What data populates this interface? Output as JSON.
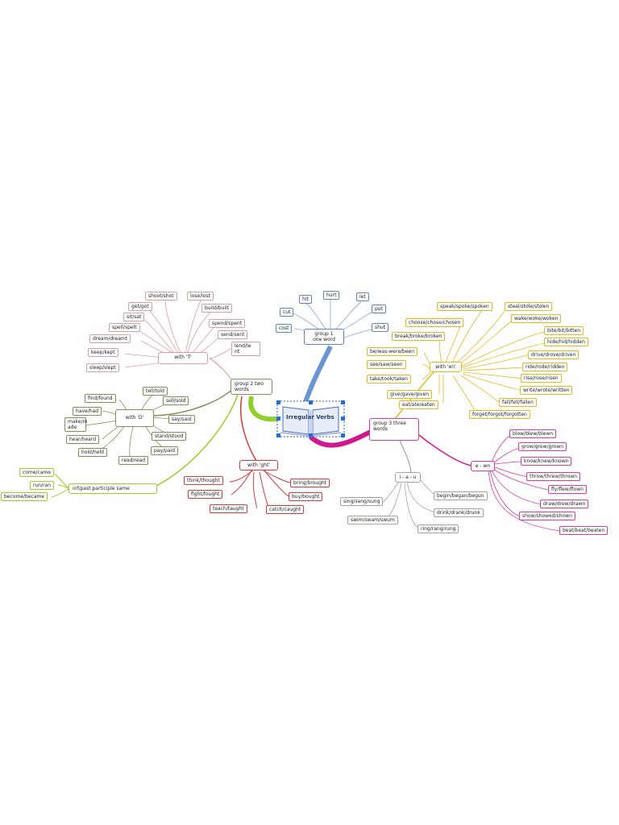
{
  "central": {
    "label": "Irregular Verbs"
  },
  "group1": {
    "label": "group 1\none word",
    "leaves": [
      "hit",
      "hurt",
      "let",
      "cut",
      "put",
      "cost",
      "shut"
    ]
  },
  "group2": {
    "label": "group 2 two words",
    "with_t": {
      "label": "with 'T'",
      "leaves": [
        "shoot/shot",
        "lose/lost",
        "get/got",
        "build/built",
        "sit/sat",
        "spell/spelt",
        "spend/spent",
        "dream/dreamt",
        "send/sent",
        "keep/kept",
        "lend/le nt",
        "sleep/slept"
      ]
    },
    "with_d": {
      "label": "with 'D'",
      "leaves": [
        "find/found",
        "tell/told",
        "sell/sold",
        "have/had",
        "say/said",
        "make/m ade",
        "stand/stood",
        "hear/heard",
        "pay/paid",
        "hold/held",
        "read/read"
      ]
    },
    "with_ght": {
      "label": "with 'ght'",
      "leaves": [
        "think/thought",
        "bring/brought",
        "fight/fought",
        "buy/bought",
        "teach/taught",
        "catch/caught"
      ]
    },
    "inf_same": {
      "label": "inf/past participle same",
      "leaves": [
        "come/came",
        "run/ran",
        "become/became"
      ]
    }
  },
  "group3": {
    "label": "group 3 three words",
    "with_en": {
      "label": "with 'en'",
      "leaves": [
        "speak/spoke/spoken",
        "steal/stole/stolen",
        "choose/chose/chosen",
        "wake/woke/woken",
        "break/broke/broken",
        "bite/bit/bitten",
        "be/was-were/been",
        "hide/hid/hidden",
        "see/saw/seen",
        "drive/drove/driven",
        "take/took/taken",
        "ride/rode/ridden",
        "rise/rose/risen",
        "give/gave/given",
        "write/wrote/written",
        "eat/ate/eaten",
        "fall/fell/fallen",
        "forget/forgot/forgotten"
      ]
    },
    "iau": {
      "label": "i - a - u",
      "leaves": [
        "sing/sang/sung",
        "begin/began/begun",
        "drink/drank/drunk",
        "swim/swam/swum",
        "ring/rang/rung"
      ]
    },
    "ewn": {
      "label": "e - wn",
      "leaves": [
        "blow/blew/blewn",
        "grow/grew/grown",
        "know/knew/known",
        "throw/threw/thrown",
        "fly/flew/flown",
        "draw/drew/drawn",
        "show/showed/shown",
        "beat/beat/beaten"
      ]
    }
  }
}
